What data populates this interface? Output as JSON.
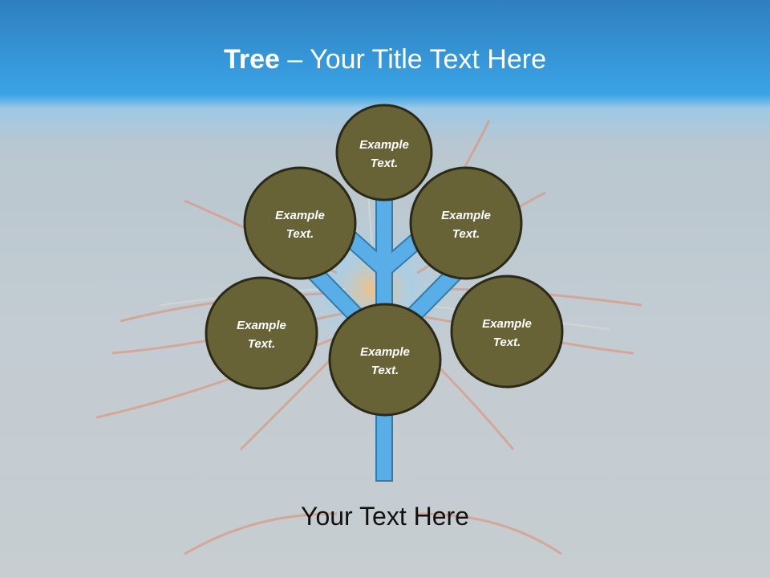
{
  "title": {
    "bold": "Tree",
    "dash": " – ",
    "rest": "Your Title Text Here"
  },
  "nodes": [
    {
      "label_line1": "Example",
      "label_line2": "Text."
    },
    {
      "label_line1": "Example",
      "label_line2": "Text."
    },
    {
      "label_line1": "Example",
      "label_line2": "Text."
    },
    {
      "label_line1": "Example",
      "label_line2": "Text."
    },
    {
      "label_line1": "Example",
      "label_line2": "Text."
    },
    {
      "label_line1": "Example",
      "label_line2": "Text."
    }
  ],
  "footer": "Your Text Here",
  "colors": {
    "header": "#3aa4e6",
    "node_fill": "#676337",
    "node_stroke": "#2b2a18",
    "branch": "#5aaee8"
  }
}
